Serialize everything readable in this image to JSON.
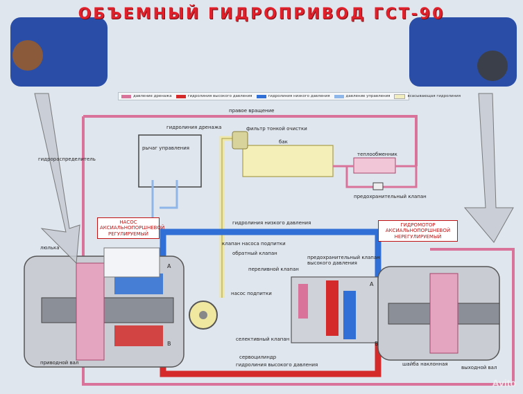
{
  "title": "ОБЪЕМНЫЙ ГИДРОПРИВОД ГСТ-90",
  "legend": [
    {
      "label": "давление дренажа",
      "color": "#d9739a"
    },
    {
      "label": "гидролиния высокого давления",
      "color": "#d42a2a"
    },
    {
      "label": "гидролиния низкого давления",
      "color": "#2f6fd6"
    },
    {
      "label": "давление управления",
      "color": "#8fb6e8"
    },
    {
      "label": "всасывающая гидролиния",
      "color": "#f2eec0"
    }
  ],
  "labels": {
    "right_rotation": "правое вращение",
    "drain_line": "гидролиния дренажа",
    "fine_filter": "фильтр тонкой очистки",
    "control_lever": "рычаг управления",
    "distributor": "гидрораспределитель",
    "tank": "бак",
    "heat_exchanger": "теплообменник",
    "safety_valve": "предохранительный клапан",
    "low_pressure_line": "гидролиния низкого давления",
    "pump_box": "НАСОС АКСИАЛЬНОПОРШНЕВОЙ РЕГУЛИРУЕМЫЙ",
    "motor_box": "ГИДРОМОТОР АКСИАЛЬНОПОРШНЕВОЙ НЕРЕГУЛИРУЕМЫЙ",
    "cradle": "люлька",
    "charge_valve": "клапан насоса подпитки",
    "check_valve": "обратный клапан",
    "charge_pump": "насос подпитки",
    "flush_valve": "переливной клапан",
    "high_pressure_valve": "предохранительный клапан высокого давления",
    "selective_valve": "селективный клапан",
    "servo_cylinder": "сервоцилиндр",
    "high_pressure_line": "гидролиния высокого давления",
    "drive_shaft": "приводной вал",
    "output_shaft": "выходной вал",
    "swash_plate": "шайба наклонная",
    "port_a1": "А",
    "port_b1": "В",
    "port_a2": "А",
    "port_b2": "В",
    "watermark": "Avito"
  }
}
